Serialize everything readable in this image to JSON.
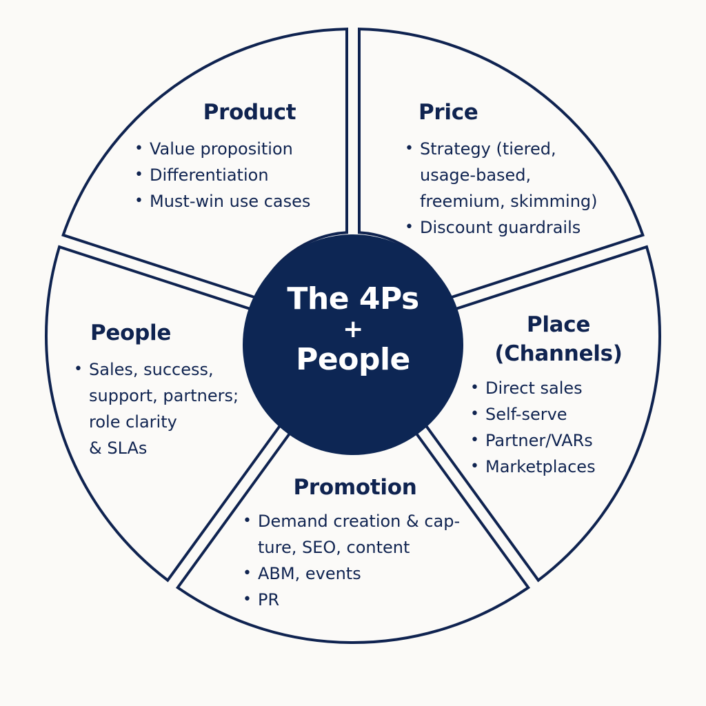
{
  "center": {
    "line1": "The 4Ps",
    "line2": "+",
    "line3": "People"
  },
  "colors": {
    "navy": "#0d2654",
    "text": "#0f2350",
    "background": "#fbfaf7",
    "center_text": "#ffffff"
  },
  "segments": {
    "product": {
      "title": "Product",
      "items": [
        "Value proposition",
        "Differentiation",
        "Must-win use cases"
      ]
    },
    "price": {
      "title": "Price",
      "items": [
        "Strategy (tiered,\nusage-based,\nfreemium, skimming)",
        "Discount guardrails"
      ]
    },
    "place": {
      "title": "Place\n(Channels)",
      "items": [
        "Direct sales",
        "Self-serve",
        "Partner/VARs",
        "Marketplaces"
      ]
    },
    "promotion": {
      "title": "Promotion",
      "items": [
        "Demand creation & cap-\nture, SEO, content",
        "ABM, events",
        "PR"
      ]
    },
    "people": {
      "title": "People",
      "items": [
        "Sales, success,\nsupport, partners;\nrole clarity\n& SLAs"
      ]
    }
  },
  "bullet": "•"
}
